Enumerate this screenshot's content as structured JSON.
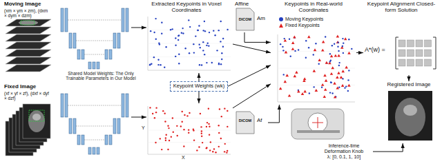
{
  "diagram": {
    "nodes": [
      {
        "text": [
          "Moving Image",
          "(xm × ym × zm), (dxm × dym × dzm)"
        ]
      },
      {
        "text": [
          "Fixed Image",
          "(xf × yf × zf), (dxf × dyf × dzf)"
        ]
      },
      {
        "text": [
          "Extracted Keypoints in Voxel Coordinates"
        ]
      },
      {
        "text": [
          "Y",
          "X"
        ]
      },
      {
        "text": [
          "Keypoint Weights (wk)"
        ]
      },
      {
        "text": [
          "Affine",
          "DICOM",
          "Am"
        ]
      },
      {
        "text": [
          "DICOM",
          "Af"
        ]
      },
      {
        "text": [
          "Keypoints in Real-world Coordinates"
        ]
      },
      {
        "text": [
          "Keypoint Alignment Closed-form Solution",
          "A*(w) ="
        ]
      },
      {
        "text": [
          "Registered Image"
        ]
      },
      {
        "text": [
          "Inference-time Deformation Knob",
          "λ: [0, 0.1, 1, 10]"
        ]
      }
    ],
    "edges": [
      {
        "from": 2,
        "to": 7,
        "arrow": "to"
      },
      {
        "from": 3,
        "to": 7,
        "arrow": "to"
      },
      {
        "from": 4,
        "to": 2,
        "arrow": "to"
      },
      {
        "from": 4,
        "to": 3,
        "arrow": "to"
      },
      {
        "from": 4,
        "to": 7,
        "arrow": "to"
      },
      {
        "from": 5,
        "to": 7,
        "arrow": "to"
      },
      {
        "from": 6,
        "to": 7,
        "arrow": "to"
      },
      {
        "from": 7,
        "to": 8,
        "arrow": "to"
      },
      {
        "from": 8,
        "to": 9,
        "arrow": "to"
      },
      {
        "from": 10,
        "to": 9,
        "arrow": "to"
      }
    ],
    "labels": [
      "Shared Model Weights: The Only Trainable Parameters in Our Model"
    ],
    "legend": [
      {
        "text": "Moving Keypoints",
        "color": "#2540c0"
      },
      {
        "text": "Fixed Keypoints",
        "color": "#e02020"
      }
    ]
  }
}
